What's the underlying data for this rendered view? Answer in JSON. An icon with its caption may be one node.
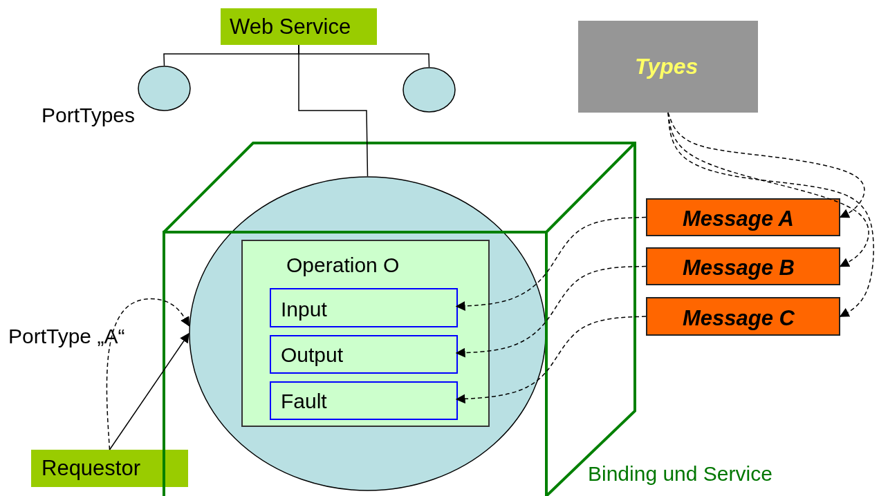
{
  "diagram": {
    "nodes": [
      {
        "text": [
          "Web Service"
        ]
      },
      {
        "text": [],
        "shape": "circle"
      },
      {
        "text": [],
        "shape": "circle"
      },
      {
        "text": [
          "Types"
        ]
      },
      {
        "text": [],
        "shape": "circle"
      },
      {
        "text": [
          "Operation O"
        ],
        "in": 4
      },
      {
        "text": [
          "Input"
        ],
        "in": 5
      },
      {
        "text": [
          "Output"
        ],
        "in": 5
      },
      {
        "text": [
          "Fault"
        ],
        "in": 5
      },
      {
        "text": [
          "Message A"
        ]
      },
      {
        "text": [
          "Message B"
        ]
      },
      {
        "text": [
          "Message C"
        ]
      },
      {
        "text": [
          "Requestor"
        ]
      }
    ],
    "edges": [
      {
        "from": 0,
        "to": 1,
        "arrow": "none"
      },
      {
        "from": 0,
        "to": 2,
        "arrow": "none"
      },
      {
        "from": 0,
        "to": 4,
        "arrow": "none"
      },
      {
        "from": 3,
        "to": 9,
        "arrow": "to",
        "style": "dashed"
      },
      {
        "from": 3,
        "to": 10,
        "arrow": "to",
        "style": "dashed"
      },
      {
        "from": 3,
        "to": 11,
        "arrow": "to",
        "style": "dashed"
      },
      {
        "from": 9,
        "to": 6,
        "arrow": "to",
        "style": "dashed"
      },
      {
        "from": 10,
        "to": 7,
        "arrow": "to",
        "style": "dashed"
      },
      {
        "from": 11,
        "to": 8,
        "arrow": "to",
        "style": "dashed"
      },
      {
        "from": 12,
        "to": 4,
        "arrow": "to"
      },
      {
        "from": 12,
        "to": 4,
        "arrow": "to",
        "style": "dashed"
      }
    ],
    "labels": [
      "PortTypes",
      "PortType „A“",
      "Binding und Service"
    ]
  }
}
